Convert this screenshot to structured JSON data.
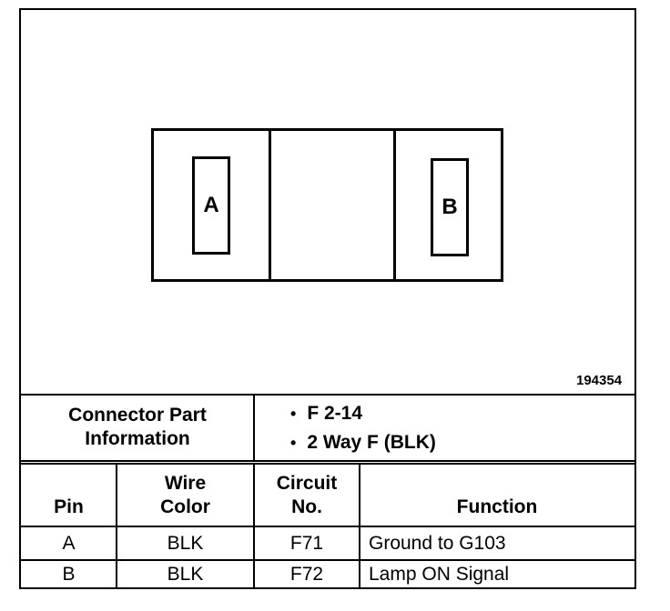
{
  "diagram": {
    "cavities": [
      "A",
      "B"
    ],
    "reference_number": "194354"
  },
  "connector_info": {
    "label": "Connector Part Information",
    "label_line1": "Connector Part",
    "label_line2": "Information",
    "bullets": [
      "F 2-14",
      "2 Way F (BLK)"
    ]
  },
  "pin_table": {
    "headers": {
      "pin": "Pin",
      "wire_color_line1": "Wire",
      "wire_color_line2": "Color",
      "circuit_line1": "Circuit",
      "circuit_line2": "No.",
      "function": "Function"
    },
    "rows": [
      {
        "pin": "A",
        "wire_color": "BLK",
        "circuit": "F71",
        "function": "Ground to G103"
      },
      {
        "pin": "B",
        "wire_color": "BLK",
        "circuit": "F72",
        "function": "Lamp ON Signal"
      }
    ]
  }
}
